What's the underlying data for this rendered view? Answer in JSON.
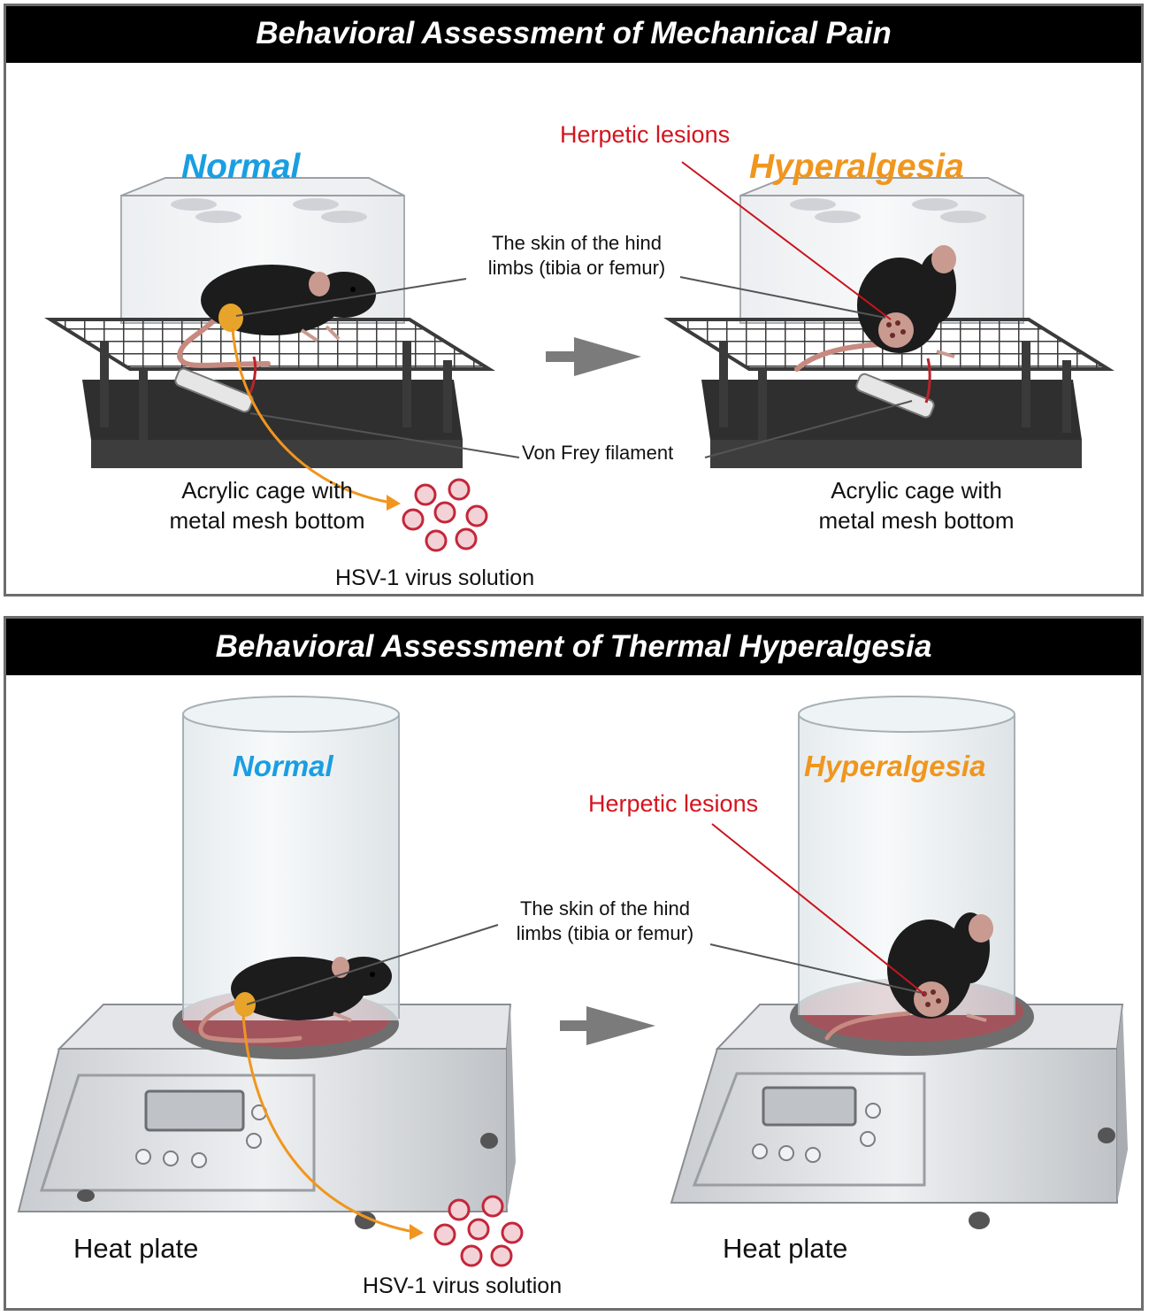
{
  "mechanical": {
    "title": "Behavioral Assessment of Mechanical Pain",
    "normal_label": "Normal",
    "hyper_label": "Hyperalgesia",
    "lesion_label": "Herpetic lesions",
    "skin_label_1": "The skin of the hind",
    "skin_label_2": "limbs (tibia or femur)",
    "filament_label": "Von Frey filament",
    "cage_left_1": "Acrylic cage with",
    "cage_left_2": "metal mesh bottom",
    "cage_right_1": "Acrylic cage with",
    "cage_right_2": "metal mesh bottom",
    "virus_label": "HSV-1 virus solution"
  },
  "thermal": {
    "title": "Behavioral Assessment of Thermal Hyperalgesia",
    "normal_label": "Normal",
    "hyper_label": "Hyperalgesia",
    "lesion_label": "Herpetic lesions",
    "skin_label_1": "The skin of the hind",
    "skin_label_2": "limbs (tibia or femur)",
    "plate_left": "Heat plate",
    "plate_right": "Heat plate",
    "virus_label": "HSV-1 virus solution"
  },
  "colors": {
    "normal": "#1a9ee2",
    "hyperalgesia": "#f0961e",
    "lesion": "#d4141e",
    "mouse": "#1c1c1c",
    "arrow": "#777777"
  }
}
